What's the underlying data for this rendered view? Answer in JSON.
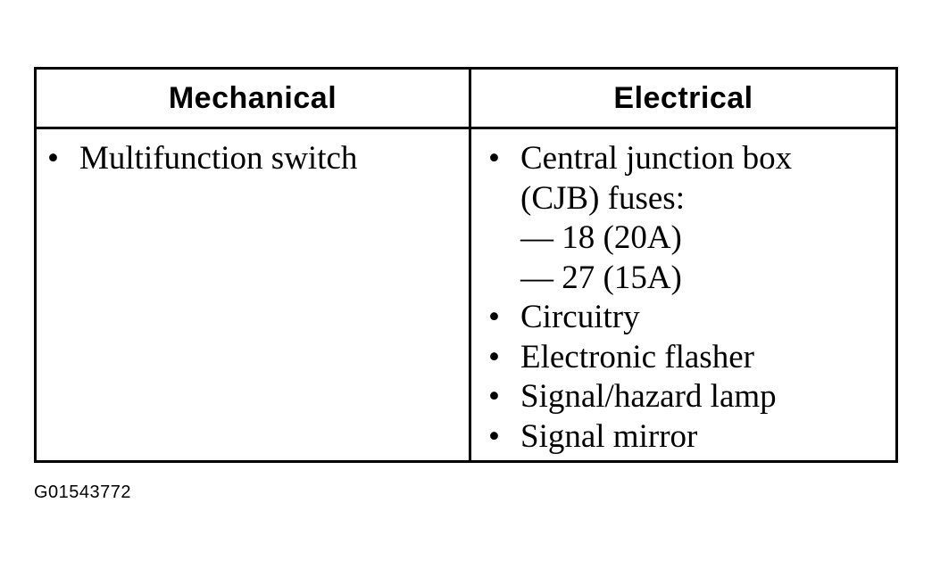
{
  "table": {
    "headers": {
      "mechanical": "Mechanical",
      "electrical": "Electrical"
    },
    "mechanical_items": [
      "Multifunction switch"
    ],
    "electrical_lines": [
      {
        "bullet": "•",
        "text": "Central junction box"
      },
      {
        "bullet": "",
        "text": "(CJB) fuses:"
      },
      {
        "bullet": "",
        "text": "— 18 (20A)"
      },
      {
        "bullet": "",
        "text": "— 27 (15A)"
      },
      {
        "bullet": "•",
        "text": "Circuitry"
      },
      {
        "bullet": "•",
        "text": "Electronic flasher"
      },
      {
        "bullet": "•",
        "text": "Signal/hazard lamp"
      },
      {
        "bullet": "•",
        "text": "Signal mirror"
      }
    ],
    "bullet_symbol": "•"
  },
  "figure_code": "G01543772"
}
